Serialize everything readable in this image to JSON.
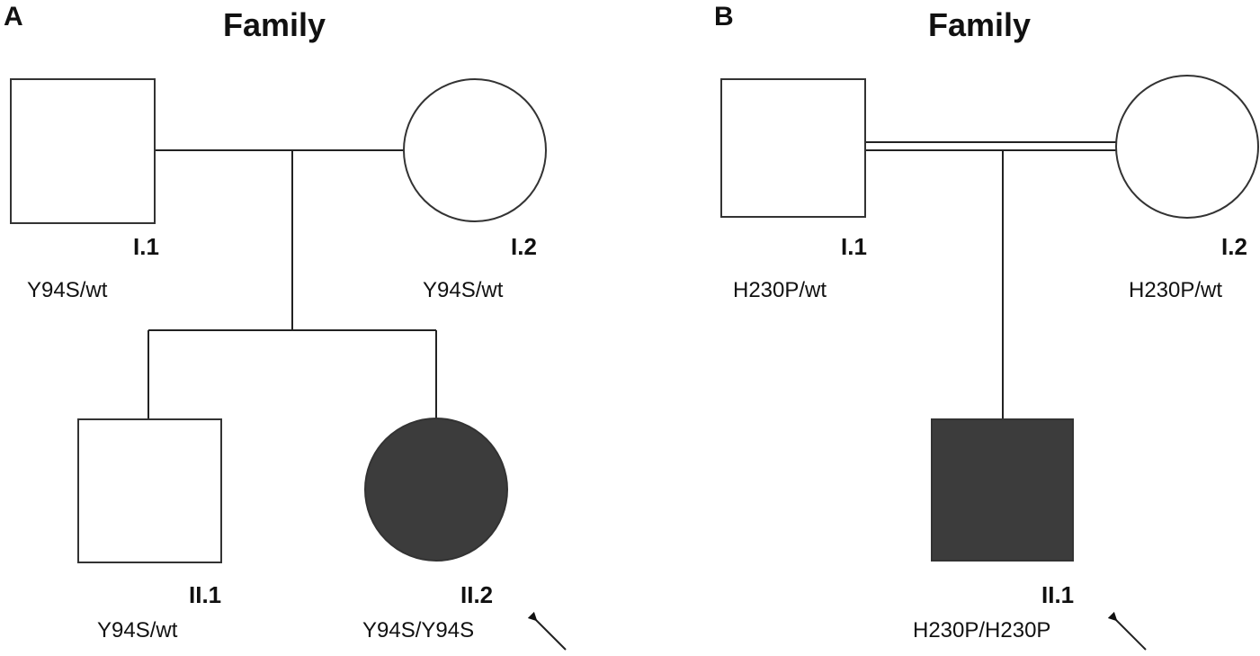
{
  "colors": {
    "line": "#222222",
    "affected": "#3c3c3c",
    "unaffected": "#ffffff",
    "text": "#111111"
  },
  "panels": [
    {
      "letter": "A",
      "title": "Family",
      "individuals": [
        {
          "id": "I.1",
          "genotype": "Y94S/wt",
          "sex": "male",
          "affected": false,
          "proband": false
        },
        {
          "id": "I.2",
          "genotype": "Y94S/wt",
          "sex": "female",
          "affected": false,
          "proband": false
        },
        {
          "id": "II.1",
          "genotype": "Y94S/wt",
          "sex": "male",
          "affected": false,
          "proband": false
        },
        {
          "id": "II.2",
          "genotype": "Y94S/Y94S",
          "sex": "female",
          "affected": true,
          "proband": true
        }
      ],
      "consanguineous": false
    },
    {
      "letter": "B",
      "title": "Family",
      "individuals": [
        {
          "id": "I.1",
          "genotype": "H230P/wt",
          "sex": "male",
          "affected": false,
          "proband": false
        },
        {
          "id": "I.2",
          "genotype": "H230P/wt",
          "sex": "female",
          "affected": false,
          "proband": false
        },
        {
          "id": "II.1",
          "genotype": "H230P/H230P",
          "sex": "male",
          "affected": true,
          "proband": true
        }
      ],
      "consanguineous": true
    }
  ]
}
